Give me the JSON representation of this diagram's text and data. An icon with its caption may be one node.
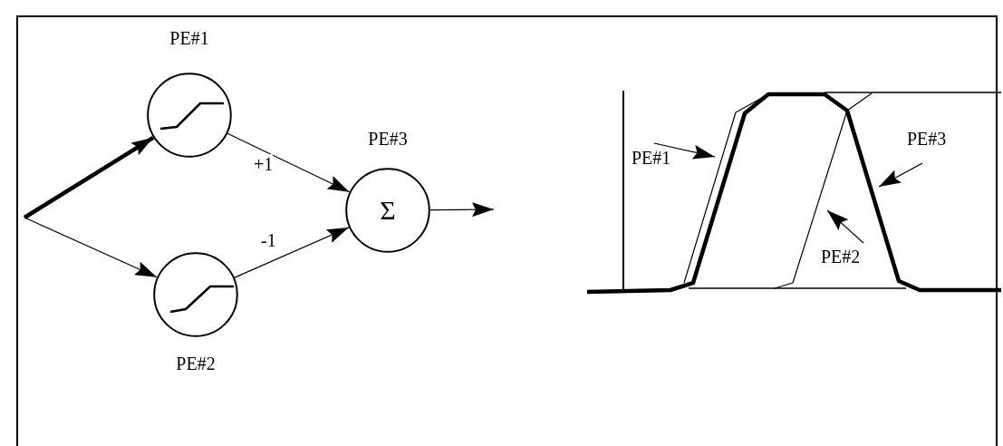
{
  "diagram": {
    "nodes": [
      {
        "text": [
          "PE#1"
        ]
      },
      {
        "text": [
          "PE#2"
        ]
      },
      {
        "text": [
          "PE#3",
          "Σ"
        ]
      },
      {
        "text": [
          "PE#1"
        ]
      },
      {
        "text": [
          "PE#2"
        ]
      },
      {
        "text": [
          "PE#3"
        ]
      }
    ],
    "edges": [
      {
        "from": null,
        "to": 0,
        "arrow": "to",
        "style": "thick"
      },
      {
        "from": null,
        "to": 1,
        "arrow": "to"
      },
      {
        "from": 0,
        "to": 2,
        "arrow": "to",
        "label": "+1"
      },
      {
        "from": 1,
        "to": 2,
        "arrow": "to",
        "label": "-1"
      },
      {
        "from": 2,
        "to": null,
        "arrow": "to"
      },
      {
        "from": 3,
        "to": null,
        "arrow": "to"
      },
      {
        "from": 4,
        "to": null,
        "arrow": "to"
      },
      {
        "from": 5,
        "to": null,
        "arrow": "to"
      }
    ]
  }
}
